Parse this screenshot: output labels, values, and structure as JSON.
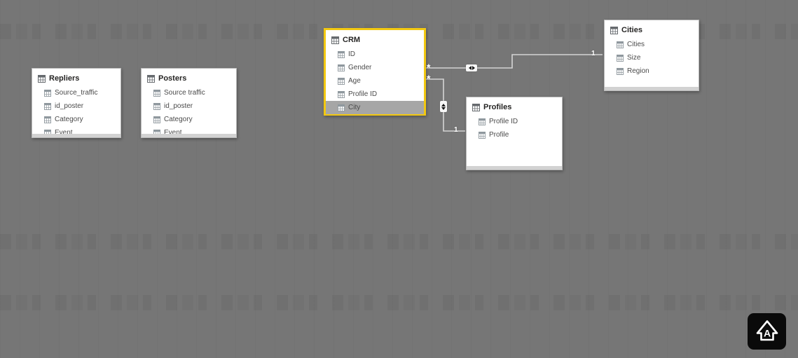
{
  "canvas": {
    "background_color": "#767676"
  },
  "tables": [
    {
      "name": "Repliers",
      "selected": false,
      "fields": [
        "Source_traffic",
        "id_poster",
        "Category",
        "Event"
      ]
    },
    {
      "name": "Posters",
      "selected": false,
      "fields": [
        "Source traffic",
        "id_poster",
        "Category",
        "Event"
      ]
    },
    {
      "name": "CRM",
      "selected": true,
      "highlighted_field": "City",
      "fields": [
        "ID",
        "Gender",
        "Age",
        "Profile ID",
        "City"
      ]
    },
    {
      "name": "Profiles",
      "selected": false,
      "fields": [
        "Profile ID",
        "Profile"
      ]
    },
    {
      "name": "Cities",
      "selected": false,
      "fields": [
        "Cities",
        "Size",
        "Region"
      ]
    }
  ],
  "relationships": [
    {
      "from_table": "CRM",
      "to_table": "Cities",
      "many_label": "*",
      "one_label": "1",
      "direction": "both"
    },
    {
      "from_table": "CRM",
      "to_table": "Profiles",
      "many_label": "*",
      "one_label": "1",
      "direction": "both"
    }
  ],
  "corner_button": {
    "letter": "A"
  },
  "colors": {
    "selected_border": "#F2C811",
    "highlight_row": "#A6A6A6",
    "relationship_line": "#D4D4D4",
    "table_background": "#FFFFFF",
    "corner_button_background": "#0A0A0A"
  }
}
